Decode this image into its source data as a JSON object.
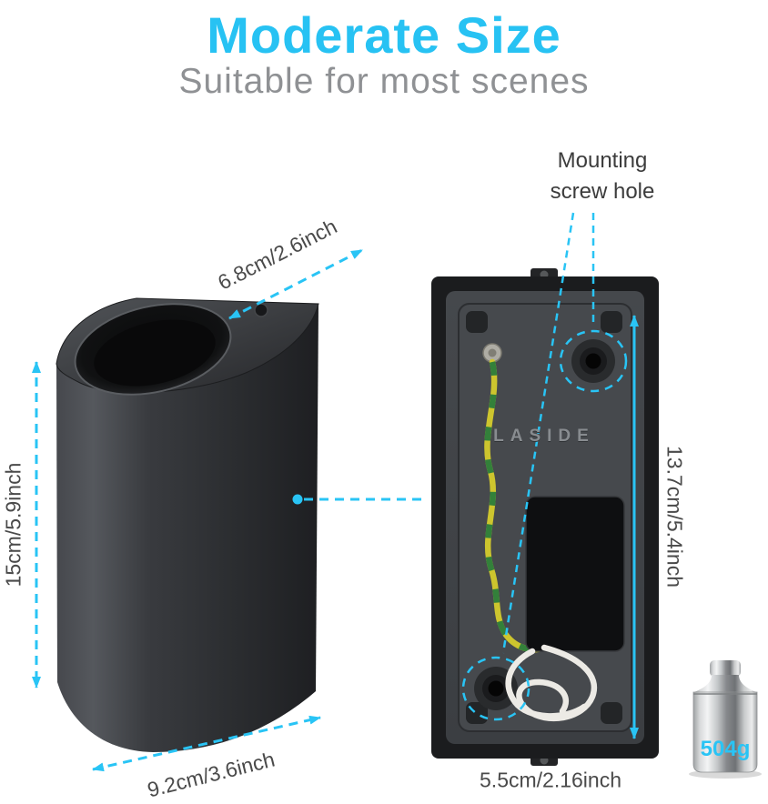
{
  "colors": {
    "accent": "#29c4f5",
    "title": "#27c2f3",
    "subtitle": "#8f9194",
    "annotation_text": "#4a4a4a",
    "lamp_body": "#2e3033",
    "chrome": "#c9cbcc"
  },
  "header": {
    "title": "Moderate Size",
    "subtitle": "Suitable for most scenes"
  },
  "labels": {
    "mounting": "Mounting screw hole",
    "lamp_depth": "6.8cm/2.6inch",
    "lamp_height": "15cm/5.9inch",
    "lamp_width": "9.2cm/3.6inch",
    "plate_height": "13.7cm/5.4inch",
    "plate_width": "5.5cm/2.16inch",
    "weight": "504g",
    "brand": "LASIDE"
  }
}
